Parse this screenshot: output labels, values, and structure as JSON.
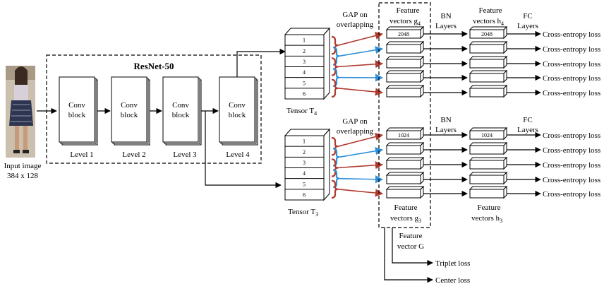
{
  "input": {
    "label": "Input image",
    "size": "384 x 128"
  },
  "resnet": {
    "title": "ResNet-50",
    "blocks": [
      {
        "line1": "Conv",
        "line2": "block",
        "level": "Level 1"
      },
      {
        "line1": "Conv",
        "line2": "block",
        "level": "Level 2"
      },
      {
        "line1": "Conv",
        "line2": "block",
        "level": "Level 3"
      },
      {
        "line1": "Conv",
        "line2": "block",
        "level": "Level 4"
      }
    ]
  },
  "tensors": {
    "t4": {
      "label": "Tensor T",
      "sub": "4",
      "cells": [
        "1",
        "2",
        "3",
        "4",
        "5",
        "6"
      ]
    },
    "t3": {
      "label": "Tensor T",
      "sub": "3",
      "cells": [
        "1",
        "2",
        "3",
        "4",
        "5",
        "6"
      ]
    }
  },
  "gap": {
    "line1": "GAP on",
    "line2": "overlapping"
  },
  "g4": {
    "line1": "Feature",
    "line2": "vectors g",
    "sub": "4",
    "first_value": "2048"
  },
  "g3": {
    "line1": "Feature",
    "line2": "vectors g",
    "sub": "3",
    "first_value": "1024"
  },
  "bn": {
    "line1": "BN",
    "line2": "Layers"
  },
  "h4": {
    "line1": "Feature",
    "line2": "vectors h",
    "sub": "4",
    "first_value": "2048"
  },
  "h3": {
    "line1": "Feature",
    "line2": "vectors h",
    "sub": "3",
    "first_value": "1024"
  },
  "fc": {
    "line1": "FC",
    "line2": "Layers"
  },
  "loss": {
    "cross_entropy": "Cross-entropy loss",
    "triplet": "Triplet loss",
    "center": "Center loss"
  },
  "feature_g": {
    "line1": "Feature",
    "line2": "vector G"
  },
  "colors": {
    "red": "#b03a2e",
    "blue": "#2f8fd8",
    "line": "#000000"
  }
}
